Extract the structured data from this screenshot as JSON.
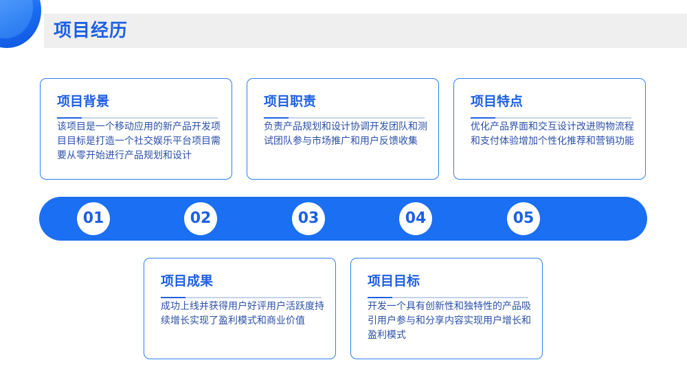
{
  "header": {
    "title": "项目经历"
  },
  "cards": [
    {
      "title": "项目背景",
      "text": "该项目是一个移动应用的新产品开发项目目标是打造一个社交娱乐平台项目需要从零开始进行产品规划和设计"
    },
    {
      "title": "项目职责",
      "text": "负责产品规划和设计协调开发团队和测试团队参与市场推广和用户反馈收集"
    },
    {
      "title": "项目特点",
      "text": "优化产品界面和交互设计改进购物流程和支付体验增加个性化推荐和营销功能"
    },
    {
      "title": "项目成果",
      "text": "成功上线并获得用户好评用户活跃度持续增长实现了盈利模式和商业价值"
    },
    {
      "title": "项目目标",
      "text": "开发一个具有创新性和独特性的产品吸引用户参与和分享内容实现用户增长和盈利模式"
    }
  ],
  "timeline": {
    "steps": [
      "01",
      "02",
      "03",
      "04",
      "05"
    ]
  },
  "colors": {
    "accent": "#1d5fe3",
    "timeline": "#1a6ff2",
    "card_border": "#2b7cf3",
    "body_text": "#2a4fa8"
  }
}
